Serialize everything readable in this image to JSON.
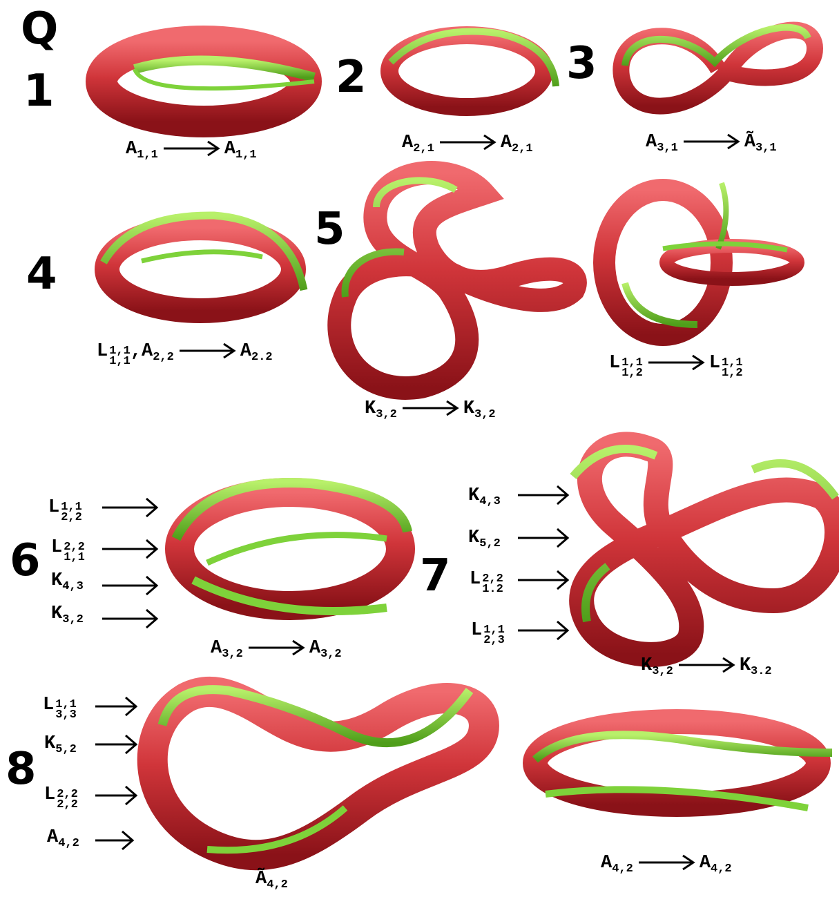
{
  "panel_labels": [
    "Q",
    "1",
    "2",
    "3",
    "4",
    "5",
    "6",
    "7",
    "8"
  ],
  "colors": {
    "tube_red": "#d0353a",
    "tube_red_dark": "#8a1218",
    "tube_green": "#7ed23a",
    "tube_green_dark": "#3e8e12"
  },
  "labels": {
    "p1": {
      "from_base": "A",
      "from_sub": "1,1",
      "to_base": "A",
      "to_sub": "1,1"
    },
    "p2": {
      "from_base": "A",
      "from_sub": "2,1",
      "to_base": "A",
      "to_sub": "2,1"
    },
    "p3": {
      "from_base": "A",
      "from_sub": "3,1",
      "to_base": "Ã",
      "to_sub": "3,1"
    },
    "p4": {
      "from_base": "L",
      "from_sup": "1,1",
      "from_sub": "1,1",
      "from_extra": ",A",
      "from_extra_sub": "2,2",
      "to_base": "A",
      "to_sub": "2.2"
    },
    "p5": {
      "from_base": "K",
      "from_sub": "3,2",
      "to_base": "K",
      "to_sub": "3,2"
    },
    "p5b": {
      "from_base": "L",
      "from_sup": "1,1",
      "from_sub": "1,2",
      "to_base": "L",
      "to_sup": "1,1",
      "to_sub": "1,2"
    },
    "p6": {
      "inputs": [
        {
          "base": "L",
          "sup": "1,1",
          "sub": "2,2"
        },
        {
          "base": "L",
          "sup": "2,2",
          "sub": "1,1"
        },
        {
          "base": "K",
          "sub": "4,3"
        },
        {
          "base": "K",
          "sub": "3,2"
        }
      ],
      "from_base": "A",
      "from_sub": "3,2",
      "to_base": "A",
      "to_sub": "3,2"
    },
    "p7": {
      "inputs": [
        {
          "base": "K",
          "sub": "4,3"
        },
        {
          "base": "K",
          "sub": "5,2"
        },
        {
          "base": "L",
          "sup": "2,2",
          "sub": "1.2"
        },
        {
          "base": "L",
          "sup": "1,1",
          "sub": "2,3"
        }
      ],
      "from_base": "K",
      "from_sub": "3,2",
      "to_base": "K",
      "to_sub": "3.2"
    },
    "p8": {
      "inputs": [
        {
          "base": "L",
          "sup": "1,1",
          "sub": "3,3"
        },
        {
          "base": "K",
          "sub": "5,2"
        },
        {
          "base": "L",
          "sup": "2,2",
          "sub": "2,2"
        },
        {
          "base": "A",
          "sub": "4,2"
        }
      ],
      "middle_base": "Ã",
      "middle_sub": "4,2",
      "from_base": "A",
      "from_sub": "4,2",
      "to_base": "A",
      "to_sub": "4,2"
    }
  }
}
